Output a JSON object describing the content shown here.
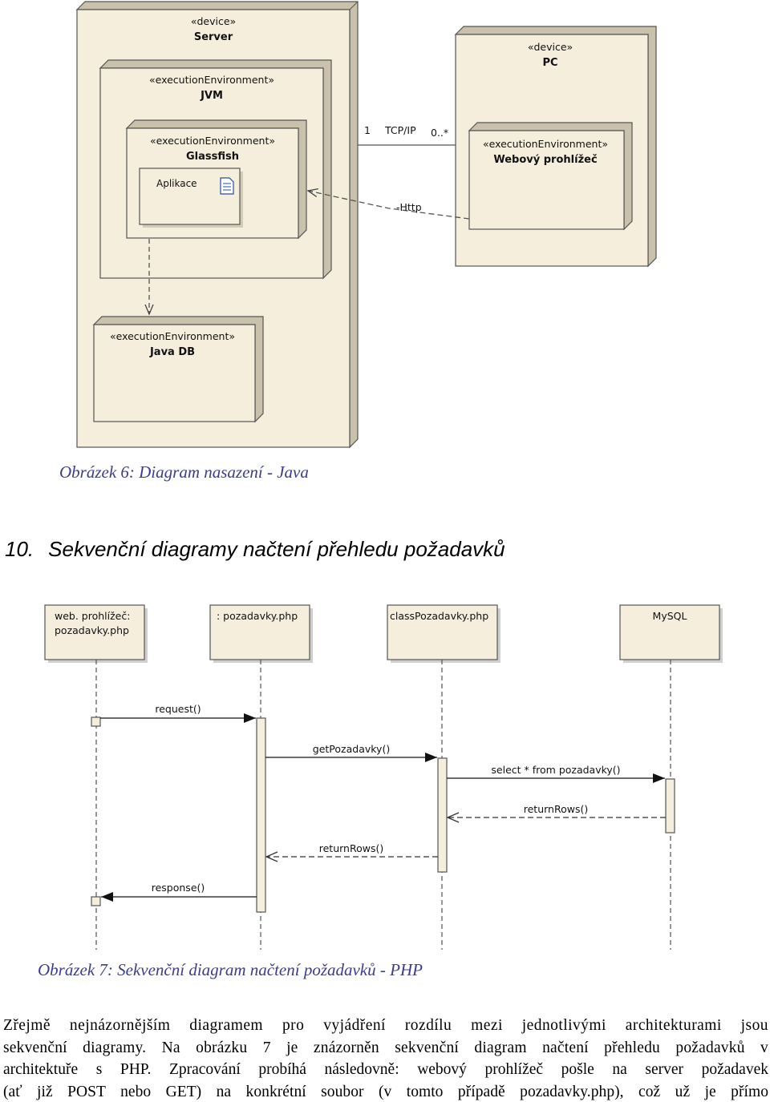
{
  "deployment": {
    "server": {
      "stereotype": "«device»",
      "name": "Server"
    },
    "jvm": {
      "stereotype": "«executionEnvironment»",
      "name": "JVM"
    },
    "glassfish": {
      "stereotype": "«executionEnvironment»",
      "name": "Glassfish"
    },
    "artifact": {
      "name": "Aplikace"
    },
    "javadb": {
      "stereotype": "«executionEnvironment»",
      "name": "Java DB"
    },
    "pc": {
      "stereotype": "«device»",
      "name": "PC"
    },
    "browser": {
      "stereotype": "«executionEnvironment»",
      "name": "Webový prohlížeč"
    },
    "assoc": {
      "mult_left": "1",
      "label": "TCP/IP",
      "mult_right": "0..*"
    },
    "dependency_label": "-Http",
    "colors": {
      "node_fill": "#f5eedd",
      "node_side": "#c9c1ab",
      "border": "#555555"
    }
  },
  "caption6": "Obrázek 6: Diagram nasazení - Java",
  "section": {
    "number": "10.",
    "title": "Sekvenční diagramy načtení přehledu požadavků"
  },
  "sequence": {
    "lifelines": [
      {
        "line1": "web. prohlížeč:",
        "line2": "pozadavky.php"
      },
      {
        "line1": ": pozadavky.php",
        "line2": ""
      },
      {
        "line1": "classPozadavky.php",
        "line2": ""
      },
      {
        "line1": "MySQL",
        "line2": ""
      }
    ],
    "messages": [
      {
        "label": "request()"
      },
      {
        "label": "getPozadavky()"
      },
      {
        "label": "select * from pozadavky()"
      },
      {
        "label": "returnRows()"
      },
      {
        "label": "returnRows()"
      },
      {
        "label": "response()"
      }
    ]
  },
  "caption7": "Obrázek 7: Sekvenční diagram načtení požadavků - PHP",
  "paragraph": {
    "lines": [
      "Zřejmě nejnázornějším diagramem pro vyjádření rozdílu mezi jednotlivými architekturami jsou",
      "sekvenční diagramy. Na obrázku 7 je znázorněn sekvenční diagram načtení přehledu požadavků v",
      "architektuře s PHP. Zpracování probíhá následovně: webový prohlížeč pošle na server požadavek",
      "(ať již POST nebo GET) na konkrétní soubor (v tomto případě pozadavky.php), což už je přímo"
    ]
  }
}
